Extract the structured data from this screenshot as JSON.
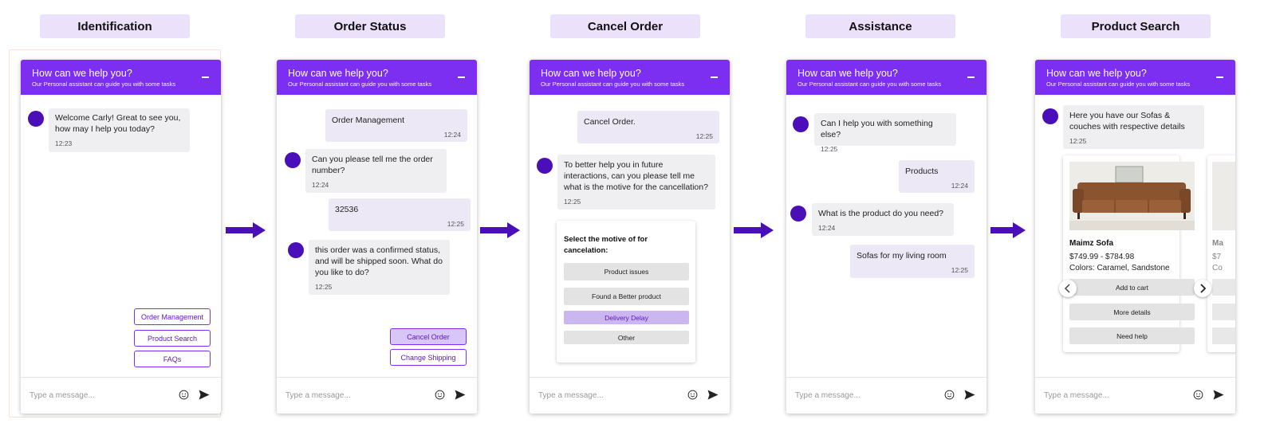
{
  "steps": [
    {
      "label": "Identification"
    },
    {
      "label": "Order Status"
    },
    {
      "label": "Cancel Order"
    },
    {
      "label": "Assistance"
    },
    {
      "label": "Product Search"
    }
  ],
  "header": {
    "title": "How can we help you?",
    "subtitle": "Our Personal assistant can guide you with some tasks"
  },
  "input": {
    "placeholder": "Type a message..."
  },
  "identification": {
    "bot_msg": "Welcome Carly! Great to see you, how may I help you today?",
    "bot_time": "12:23",
    "buttons": [
      "Order Management",
      "Product Search",
      "FAQs"
    ]
  },
  "order_status": {
    "user1": "Order Management",
    "user1_time": "12:24",
    "bot1": "Can you please tell me the order number?",
    "bot1_time": "12:24",
    "user2": "32536",
    "user2_time": "12:25",
    "bot2": "this order was a confirmed status, and will be shipped soon. What do you like to do?",
    "bot2_time": "12:25",
    "buttons": [
      "Cancel Order",
      "Change Shipping"
    ]
  },
  "cancel_order": {
    "user1": "Cancel Order.",
    "user1_time": "12:25",
    "bot1": "To better help you in future interactions, can you please tell me what is the motive for the cancellation?",
    "bot1_time": "12:25",
    "card_title": "Select the motive of for cancelation:",
    "options": [
      "Product issues",
      "Found a Better product",
      "Delivery Delay",
      "Other"
    ]
  },
  "assistance": {
    "bot1": "Can I help you with something else?",
    "bot1_time": "12:25",
    "user1": "Products",
    "user1_time": "12:24",
    "bot2": "What is the product do you need?",
    "bot2_time": "12:24",
    "user2": "Sofas for my living room",
    "user2_time": "12:25"
  },
  "product_search": {
    "bot1": "Here you have our Sofas & couches with respective details",
    "bot1_time": "12:25",
    "product": {
      "name": "Maimz Sofa",
      "price": "$749.99 - $784.98",
      "colors": "Colors: Caramel, Sandstone",
      "add_to_cart": "Add to cart",
      "more_details": "More details",
      "need_help": "Need help"
    },
    "peek": {
      "name": "Ma",
      "price": "$7",
      "colors": "Co"
    }
  },
  "colors": {
    "accent": "#7c2ff0",
    "avatar": "#4a0fb8",
    "label_bg": "#ebe1fb"
  }
}
